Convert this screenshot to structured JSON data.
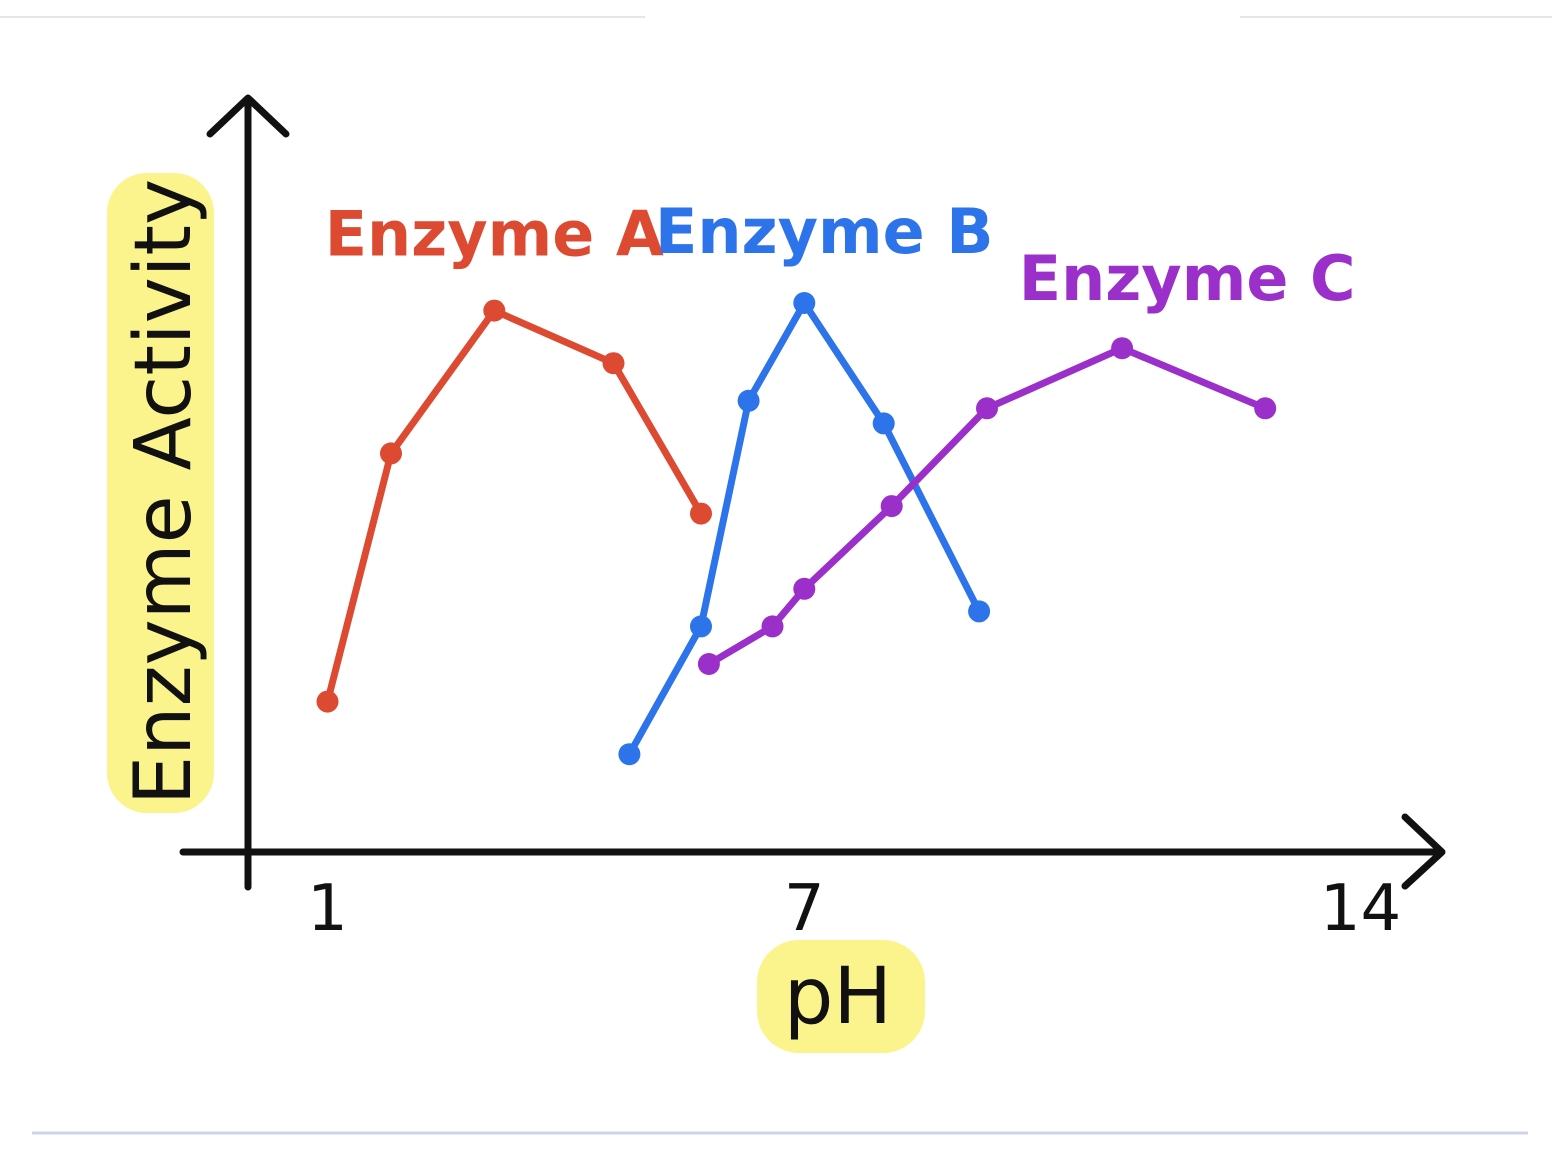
{
  "chart_data": {
    "type": "line",
    "title": "",
    "xlabel": "pH",
    "ylabel": "Enzyme Activity",
    "xlim": [
      0,
      15
    ],
    "ylim": [
      0,
      10
    ],
    "grid": false,
    "legend": "none",
    "ticks": {
      "x": [
        {
          "value": 1,
          "label": "1"
        },
        {
          "value": 7,
          "label": "7"
        },
        {
          "value": 14,
          "label": "14"
        }
      ]
    },
    "label_highlight_color": "#fbf48c",
    "axis_color": "#111111",
    "series": [
      {
        "name": "Enzyme A",
        "color": "#dd4a32",
        "points": [
          {
            "x": 1,
            "y": 2.0
          },
          {
            "x": 1.8,
            "y": 5.3
          },
          {
            "x": 3.1,
            "y": 7.2
          },
          {
            "x": 4.6,
            "y": 6.5
          },
          {
            "x": 5.7,
            "y": 4.5
          }
        ]
      },
      {
        "name": "Enzyme B",
        "color": "#2d73ea",
        "points": [
          {
            "x": 4.8,
            "y": 1.3
          },
          {
            "x": 5.7,
            "y": 3.0
          },
          {
            "x": 6.3,
            "y": 6.0
          },
          {
            "x": 7.0,
            "y": 7.3
          },
          {
            "x": 8.0,
            "y": 5.7
          },
          {
            "x": 9.2,
            "y": 3.2
          }
        ]
      },
      {
        "name": "Enzyme C",
        "color": "#9b2fca",
        "points": [
          {
            "x": 5.8,
            "y": 2.5
          },
          {
            "x": 6.6,
            "y": 3.0
          },
          {
            "x": 7.0,
            "y": 3.5
          },
          {
            "x": 8.1,
            "y": 4.6
          },
          {
            "x": 9.3,
            "y": 5.9
          },
          {
            "x": 11.0,
            "y": 6.7
          },
          {
            "x": 12.8,
            "y": 5.9
          }
        ]
      }
    ]
  }
}
